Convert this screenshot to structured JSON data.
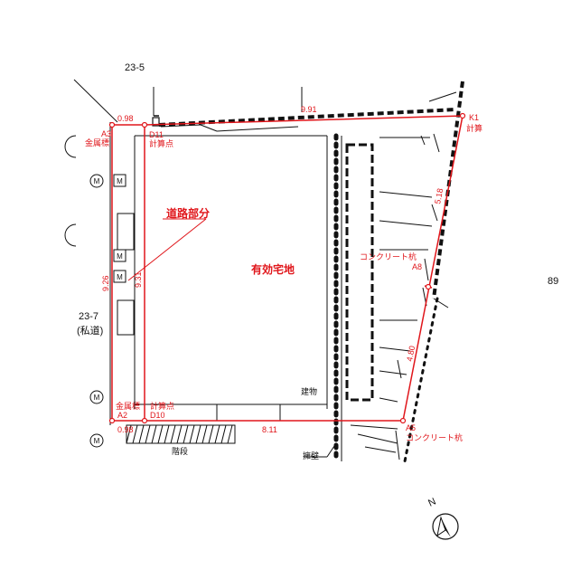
{
  "labels": {
    "lot_north": "23-5",
    "lot_west": "23-7",
    "lot_west_note": "(私道)",
    "lot_east": "89",
    "road_portion": "道路部分",
    "effective_land": "有効宅地",
    "building": "建物",
    "retaining_wall": "擁壁",
    "stairs": "階段",
    "manhole": "M"
  },
  "points": {
    "A3": "A3",
    "A3_note": "金属標",
    "D11": "D11",
    "D11_note": "計算点",
    "K1": "K1",
    "K1_note": "計算",
    "A8": "A8",
    "A8_note": "コンクリート杭",
    "A2": "A2",
    "A2_note": "金属標",
    "D10": "D10",
    "D10_note": "計算点",
    "A5": "A5",
    "A5_note": "コンクリート杭"
  },
  "dimensions": {
    "top_left": "0.98",
    "top": "9.91",
    "right_upper": "5.18",
    "right_lower": "4.80",
    "bottom_left": "0.98",
    "bottom": "8.11",
    "left_outer": "9.26",
    "left_inner": "9.31"
  },
  "north_arrow": "N",
  "colors": {
    "boundary": "#e0161b",
    "ink": "#111111"
  }
}
